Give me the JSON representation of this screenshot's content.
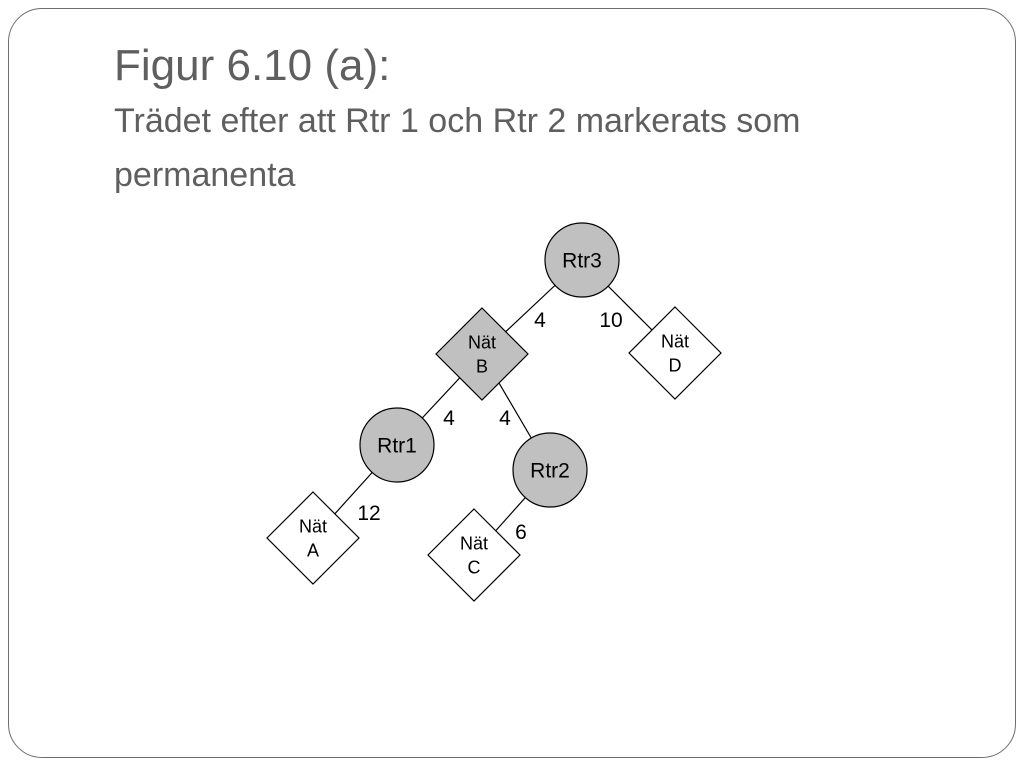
{
  "title": {
    "line1": "Figur 6.10 (a):",
    "line2": "Trädet efter att Rtr 1 och Rtr 2 markerats som permanenta"
  },
  "colors": {
    "permanent_fill": "#c0c0c0",
    "tentative_fill": "#ffffff",
    "stroke": "#000000",
    "title": "#5f5f5f"
  },
  "nodes": [
    {
      "id": "rtr3",
      "shape": "circle",
      "lines": [
        "Rtr3"
      ],
      "permanent": true
    },
    {
      "id": "netb",
      "shape": "diamond",
      "lines": [
        "Nät",
        "B"
      ],
      "permanent": true
    },
    {
      "id": "netd",
      "shape": "diamond",
      "lines": [
        "Nät",
        "D"
      ],
      "permanent": false
    },
    {
      "id": "rtr1",
      "shape": "circle",
      "lines": [
        "Rtr1"
      ],
      "permanent": true
    },
    {
      "id": "rtr2",
      "shape": "circle",
      "lines": [
        "Rtr2"
      ],
      "permanent": true
    },
    {
      "id": "neta",
      "shape": "diamond",
      "lines": [
        "Nät",
        "A"
      ],
      "permanent": false
    },
    {
      "id": "netc",
      "shape": "diamond",
      "lines": [
        "Nät",
        "C"
      ],
      "permanent": false
    }
  ],
  "edges": [
    {
      "id": "rtr3-netb",
      "from": "rtr3",
      "to": "netb",
      "cost": "4"
    },
    {
      "id": "rtr3-netd",
      "from": "rtr3",
      "to": "netd",
      "cost": "10"
    },
    {
      "id": "netb-rtr1",
      "from": "netb",
      "to": "rtr1",
      "cost": "4"
    },
    {
      "id": "netb-rtr2",
      "from": "netb",
      "to": "rtr2",
      "cost": "4"
    },
    {
      "id": "rtr1-neta",
      "from": "rtr1",
      "to": "neta",
      "cost": "12"
    },
    {
      "id": "rtr2-netc",
      "from": "rtr2",
      "to": "netc",
      "cost": "6"
    }
  ]
}
